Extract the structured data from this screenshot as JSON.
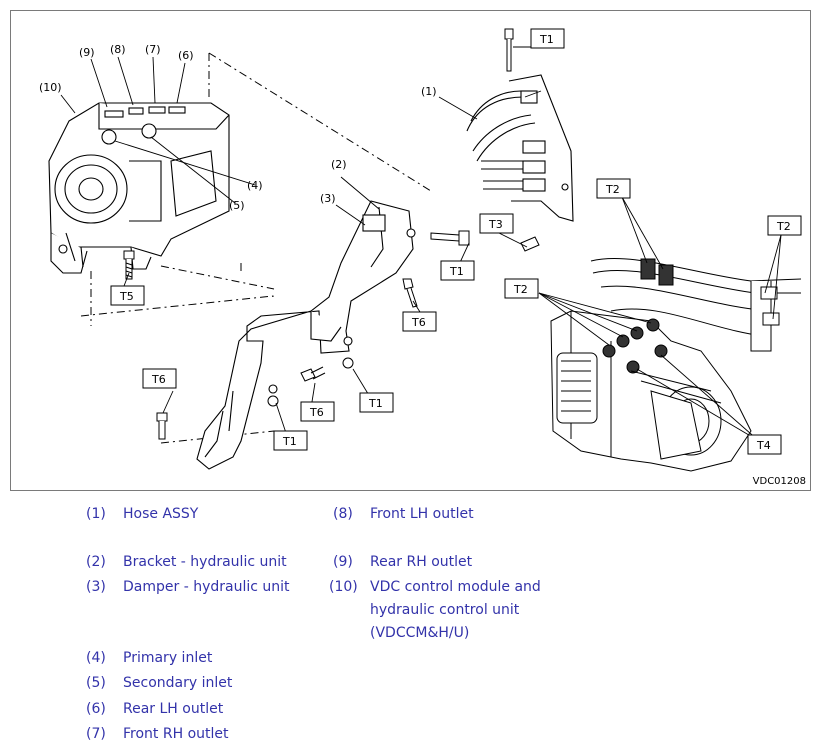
{
  "figure": {
    "code": "VDC01208",
    "callouts": {
      "c1": "(1)",
      "c2": "(2)",
      "c3": "(3)",
      "c4": "(4)",
      "c5": "(5)",
      "c6": "(6)",
      "c7": "(7)",
      "c8": "(8)",
      "c9": "(9)",
      "c10": "(10)"
    },
    "torque": {
      "t1": "T1",
      "t2": "T2",
      "t3": "T3",
      "t4": "T4",
      "t5": "T5",
      "t6": "T6"
    }
  },
  "colors": {
    "legend_text": "#3333aa",
    "line": "#000000",
    "frame": "#7a7a7a"
  },
  "legend": {
    "left": [
      {
        "num": "(1)",
        "label": "Hose ASSY"
      },
      {
        "num": "(2)",
        "label": "Bracket - hydraulic unit"
      },
      {
        "num": "(3)",
        "label": "Damper - hydraulic unit"
      },
      {
        "num": "(4)",
        "label": "Primary inlet"
      },
      {
        "num": "(5)",
        "label": "Secondary inlet"
      },
      {
        "num": "(6)",
        "label": "Rear LH outlet"
      },
      {
        "num": "(7)",
        "label": "Front RH outlet"
      }
    ],
    "right": [
      {
        "num": "(8)",
        "label": "Front LH outlet"
      },
      {
        "num": "(9)",
        "label": "Rear RH outlet"
      },
      {
        "num": "(10)",
        "label": "VDC control module and"
      },
      {
        "num": "",
        "label": "hydraulic control unit"
      },
      {
        "num": "",
        "label": "(VDCCM&H/U)"
      }
    ]
  }
}
